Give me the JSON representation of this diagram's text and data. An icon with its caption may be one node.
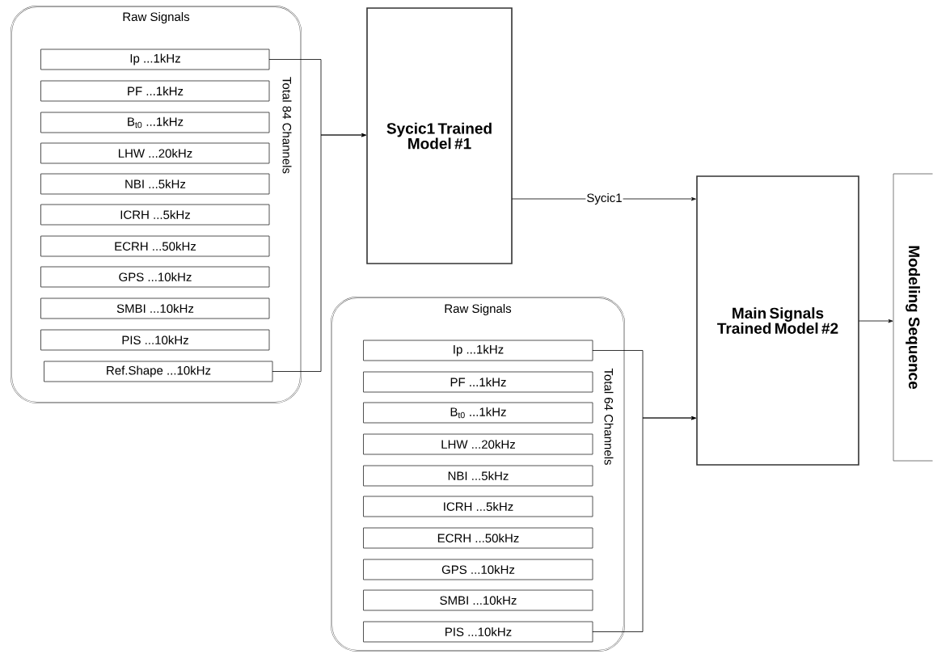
{
  "diagram": {
    "nodes": [
      {
        "text": [
          "Raw Signals",
          "Total 84 Channels"
        ]
      },
      {
        "text": [
          "Ip ...1kHz"
        ],
        "in": 0
      },
      {
        "text": [
          "PF ...1kHz"
        ],
        "in": 0
      },
      {
        "text": [
          "B$_{t0}$ ...1kHz"
        ],
        "in": 0
      },
      {
        "text": [
          "LHW ...20kHz"
        ],
        "in": 0
      },
      {
        "text": [
          "NBI ...5kHz"
        ],
        "in": 0
      },
      {
        "text": [
          "ICRH ...5kHz"
        ],
        "in": 0
      },
      {
        "text": [
          "ECRH ...50kHz"
        ],
        "in": 0
      },
      {
        "text": [
          "GPS ...10kHz"
        ],
        "in": 0
      },
      {
        "text": [
          "SMBI ...10kHz"
        ],
        "in": 0
      },
      {
        "text": [
          "PIS ...10kHz"
        ],
        "in": 0
      },
      {
        "text": [
          "Ref.Shape ...10kHz"
        ],
        "in": 0
      },
      {
        "text": [
          "Sycic1 Trained Model #1"
        ]
      },
      {
        "text": [
          "Raw Signals",
          "Total 64 Channels"
        ]
      },
      {
        "text": [
          "Ip ...1kHz"
        ],
        "in": 13
      },
      {
        "text": [
          "PF ...1kHz"
        ],
        "in": 13
      },
      {
        "text": [
          "B$_{t0}$ ...1kHz"
        ],
        "in": 13
      },
      {
        "text": [
          "LHW ...20kHz"
        ],
        "in": 13
      },
      {
        "text": [
          "NBI ...5kHz"
        ],
        "in": 13
      },
      {
        "text": [
          "ICRH ...5kHz"
        ],
        "in": 13
      },
      {
        "text": [
          "ECRH ...50kHz"
        ],
        "in": 13
      },
      {
        "text": [
          "GPS ...10kHz"
        ],
        "in": 13
      },
      {
        "text": [
          "SMBI ...10kHz"
        ],
        "in": 13
      },
      {
        "text": [
          "PIS ...10kHz"
        ],
        "in": 13
      },
      {
        "text": [
          "Main Signals Trained Model #2"
        ]
      },
      {
        "text": [
          "Modeling Sequence"
        ]
      }
    ],
    "edges": [
      {
        "from": 1,
        "to": 12,
        "arrow": "to"
      },
      {
        "from": 11,
        "to": 12,
        "arrow": "to"
      },
      {
        "from": 12,
        "to": 24,
        "arrow": "to",
        "label": "Sycic1"
      },
      {
        "from": 14,
        "to": 24,
        "arrow": "to"
      },
      {
        "from": 23,
        "to": 24,
        "arrow": "to"
      },
      {
        "from": 24,
        "to": 25,
        "arrow": "to"
      }
    ]
  }
}
